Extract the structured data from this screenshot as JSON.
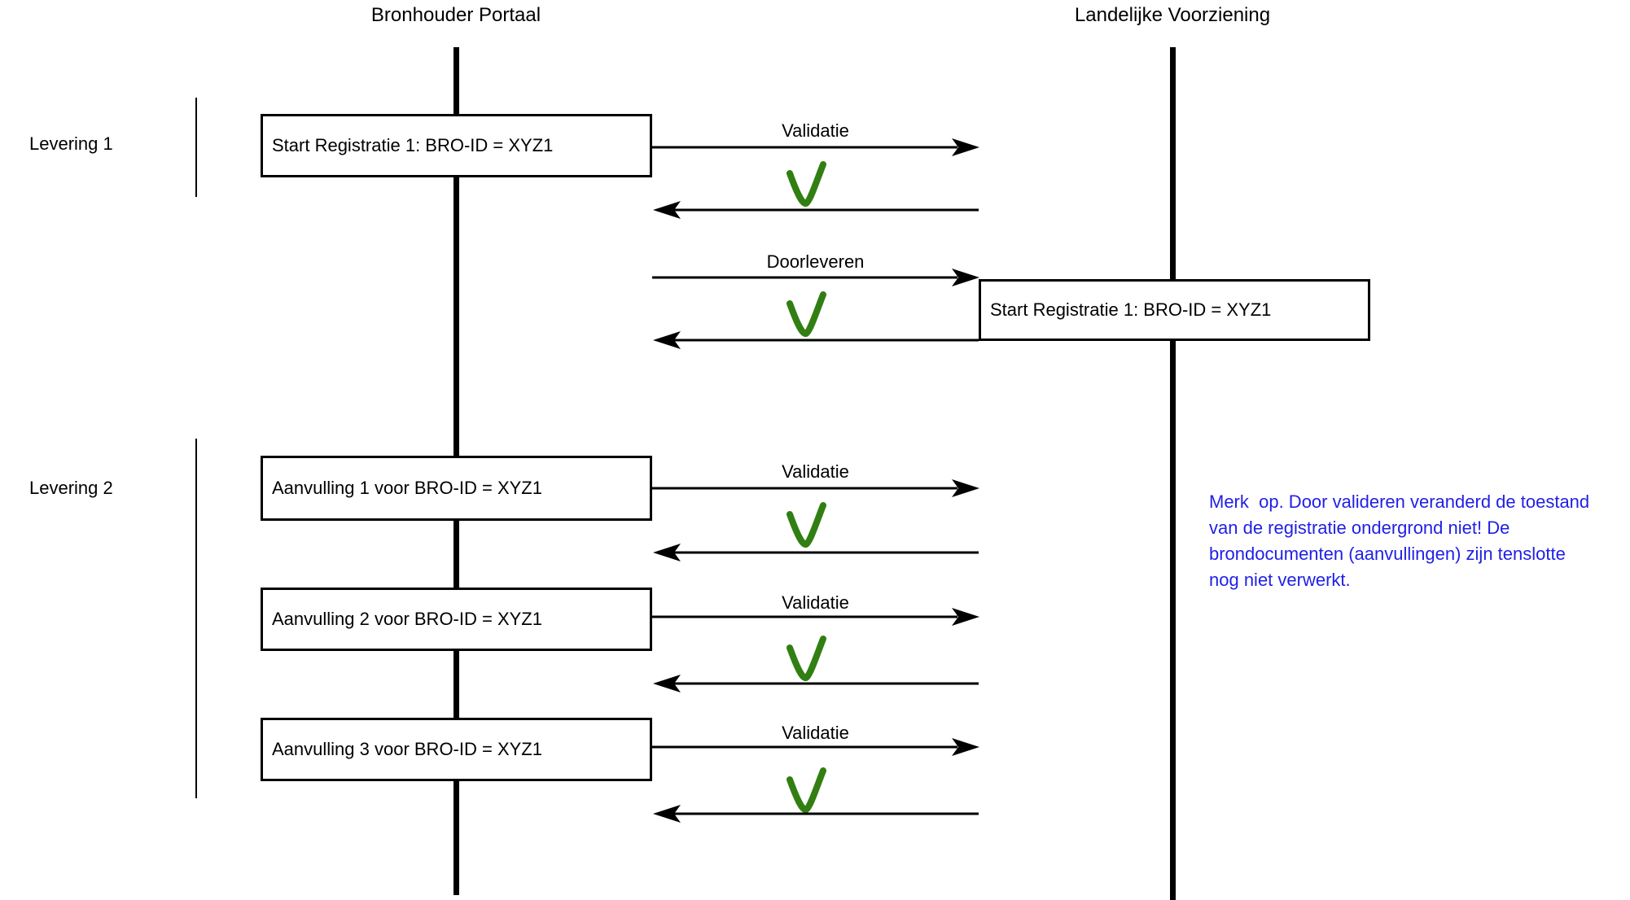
{
  "diagram": {
    "headers": {
      "bronhouder": "Bronhouder Portaal",
      "landelijke": "Landelijke Voorziening"
    },
    "groups": {
      "levering1": "Levering 1",
      "levering2": "Levering 2"
    },
    "messages": {
      "validatie": "Validatie",
      "doorleveren": "Doorleveren"
    },
    "boxes": {
      "start_registratie_portaal": "Start Registratie 1: BRO-ID = XYZ1",
      "start_registratie_lv": "Start Registratie 1: BRO-ID = XYZ1",
      "aanvulling1": "Aanvulling 1 voor BRO-ID = XYZ1",
      "aanvulling2": "Aanvulling 2 voor BRO-ID = XYZ1",
      "aanvulling3": "Aanvulling 3 voor BRO-ID = XYZ1"
    },
    "note": "Merk  op. Door valideren veranderd de toestand\nvan de registratie ondergrond niet! De\nbrondocumenten (aanvullingen) zijn tenslotte\nnog niet verwerkt.",
    "colors": {
      "note_blue": "#1F1FE6",
      "check_green": "#317F12",
      "line_black": "#000000"
    }
  }
}
